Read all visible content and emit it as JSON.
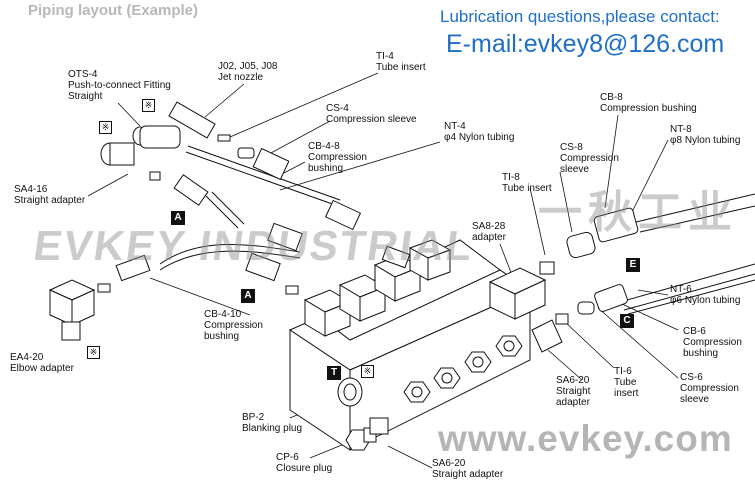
{
  "title": "Piping layout (Example)",
  "contact": {
    "line1": "Lubrication questions,please contact:",
    "line2": "E-mail:evkey8@126.com"
  },
  "watermarks": {
    "brand_en": "EVKEY INDUSTRIAL",
    "brand_cn": "一秋工业",
    "website": "www.evkey.com"
  },
  "labels": {
    "ots4": [
      "OTS-4",
      "Push-to-connect Fitting",
      "Straight"
    ],
    "jet": [
      "J02, J05, J08",
      "Jet nozzle"
    ],
    "ti4": [
      "TI-4",
      "Tube insert"
    ],
    "cs4": [
      "CS-4",
      "Compression sleeve"
    ],
    "cb48": [
      "CB-4-8",
      "Compression",
      "bushing"
    ],
    "nt4": [
      "NT-4",
      "φ4 Nylon tubing"
    ],
    "sa416": [
      "SA4-16",
      "Straight adapter"
    ],
    "cb8": [
      "CB-8",
      "Compression bushing"
    ],
    "nt8": [
      "NT-8",
      "φ8 Nylon tubing"
    ],
    "cs8": [
      "CS-8",
      "Compression",
      "sleeve"
    ],
    "ti8": [
      "TI-8",
      "Tube insert"
    ],
    "sa828": [
      "SA8-28",
      "adapter"
    ],
    "nt6": [
      "NT-6",
      "φ6 Nylon tubing"
    ],
    "cb410": [
      "CB-4-10",
      "Compression",
      "bushing"
    ],
    "ea420": [
      "EA4-20",
      "Elbow adapter"
    ],
    "cb6": [
      "CB-6",
      "Compression",
      "bushing"
    ],
    "cs6": [
      "CS-6",
      "Compression",
      "sleeve"
    ],
    "ti6": [
      "TI-6",
      "Tube",
      "insert"
    ],
    "sa620a": [
      "SA6-20",
      "Straight",
      "adapter"
    ],
    "bp2": [
      "BP-2",
      "Blanking plug"
    ],
    "cp6": [
      "CP-6",
      "Closure plug"
    ],
    "sa620b": [
      "SA6-20",
      "Straight adapter"
    ]
  },
  "badges": {
    "a1": "A",
    "a2": "A",
    "e": "E",
    "c": "C",
    "t": "T"
  },
  "marks": {
    "m1": "※",
    "m2": "※",
    "m3": "※",
    "m4": "※"
  }
}
